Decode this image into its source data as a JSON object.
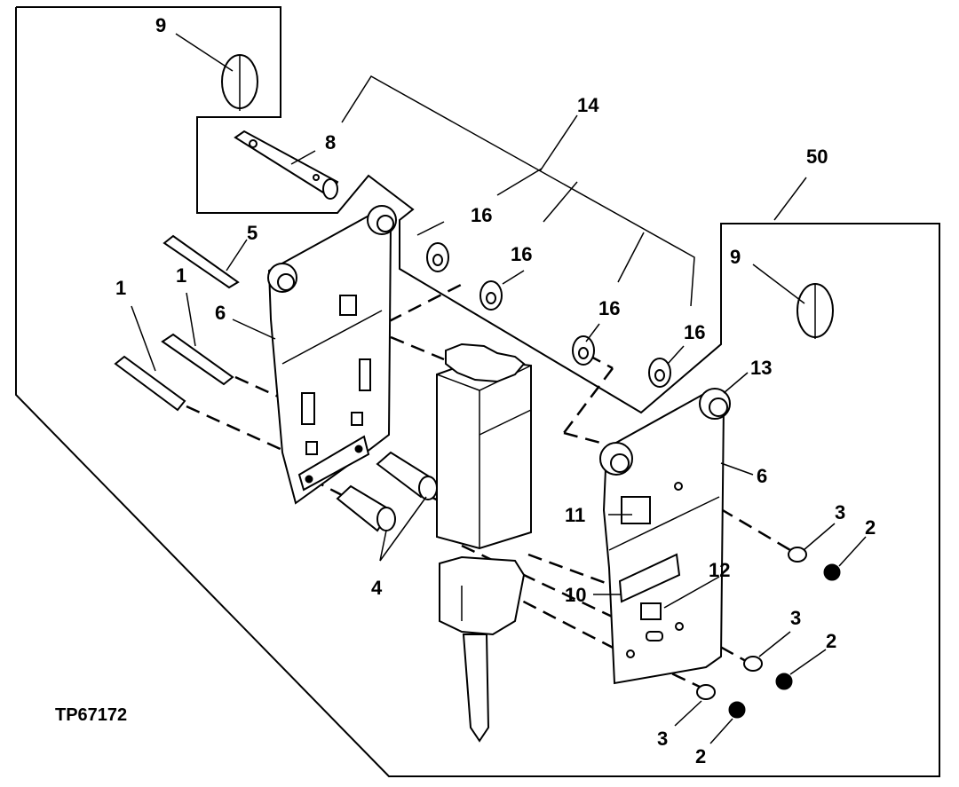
{
  "diagram_code": "TP67172",
  "callouts": {
    "c1a": "1",
    "c1b": "1",
    "c2a": "2",
    "c2b": "2",
    "c2c": "2",
    "c3a": "3",
    "c3b": "3",
    "c3c": "3",
    "c4": "4",
    "c5": "5",
    "c6a": "6",
    "c6b": "6",
    "c8": "8",
    "c9a": "9",
    "c9b": "9",
    "c10": "10",
    "c11": "11",
    "c12": "12",
    "c13": "13",
    "c14": "14",
    "c16a": "16",
    "c16b": "16",
    "c16c": "16",
    "c16d": "16",
    "c50": "50"
  }
}
